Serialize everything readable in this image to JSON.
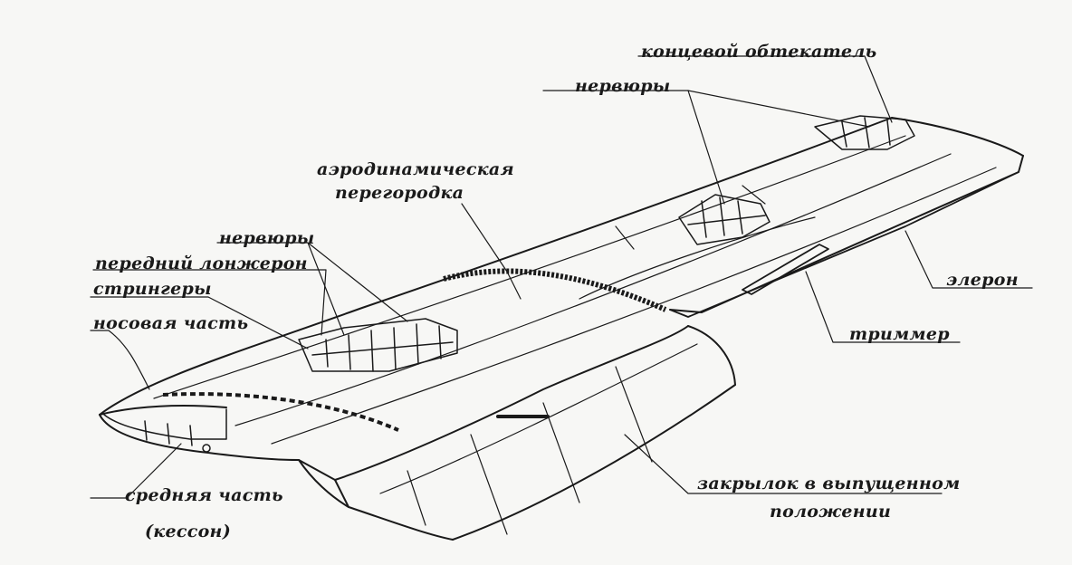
{
  "labels": {
    "tip_fairing": "концевой обтекатель",
    "ribs_outer": "нервюры",
    "aero_fence_1": "аэродинамическая",
    "aero_fence_2": "перегородка",
    "ribs_inner": "нервюры",
    "front_spar": "передний лонжерон",
    "stringers": "стрингеры",
    "nose_part": "носовая часть",
    "aileron": "элерон",
    "trimmer": "триммер",
    "flap_1": "закрылок в выпущенном",
    "flap_2": "положении",
    "center_part": "средняя часть",
    "caisson": "(кессон)"
  }
}
